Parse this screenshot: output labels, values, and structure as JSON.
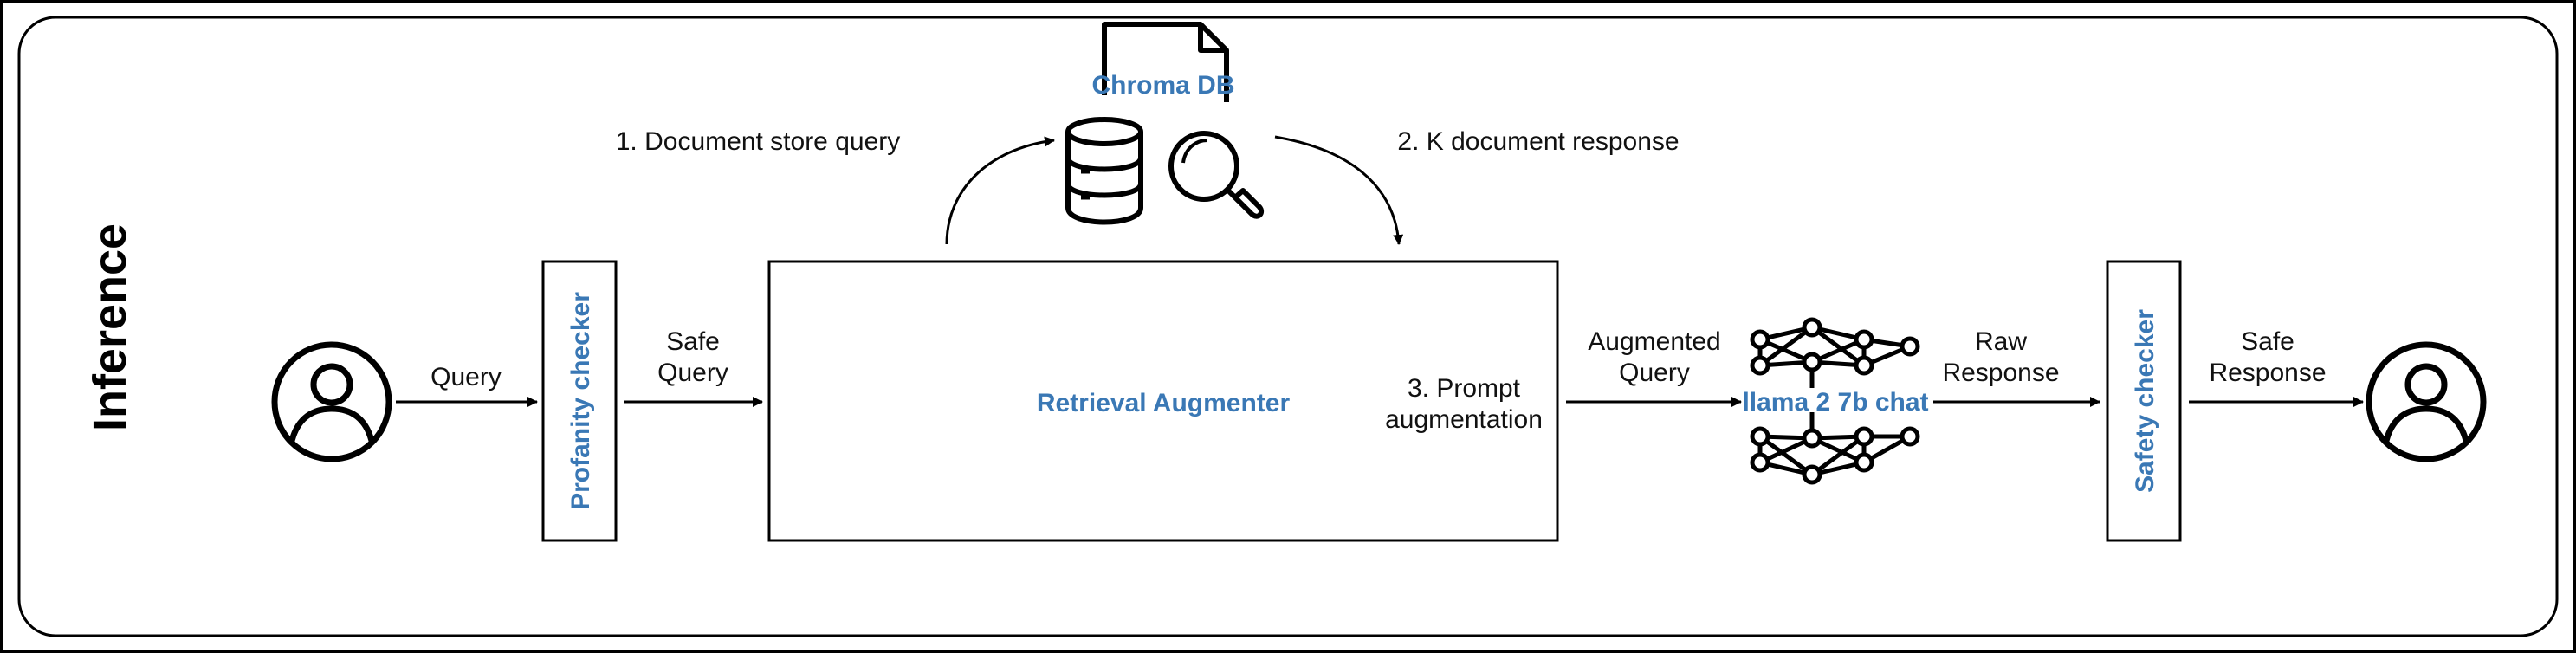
{
  "colors": {
    "accent": "#3a78b5",
    "stroke": "#000000",
    "background": "#ffffff"
  },
  "section_title": "Inference",
  "nodes": {
    "profanity_checker": "Profanity checker",
    "retrieval_augmenter": "Retrieval Augmenter",
    "chroma_db": "Chroma DB",
    "llm": "llama 2 7b chat",
    "safety_checker": "Safety checker"
  },
  "edges": {
    "query": "Query",
    "safe_query": [
      "Safe",
      "Query"
    ],
    "document_store_query": "1. Document store query",
    "k_document_response": "2. K document response",
    "prompt_augmentation": [
      "3. Prompt",
      "augmentation"
    ],
    "augmented_query": [
      "Augmented",
      "Query"
    ],
    "raw_response": [
      "Raw",
      "Response"
    ],
    "safe_response": [
      "Safe",
      "Response"
    ]
  },
  "icons": [
    "user-icon",
    "database-icon",
    "document-icon",
    "magnifier-icon",
    "neural-network-icon",
    "user-icon"
  ]
}
